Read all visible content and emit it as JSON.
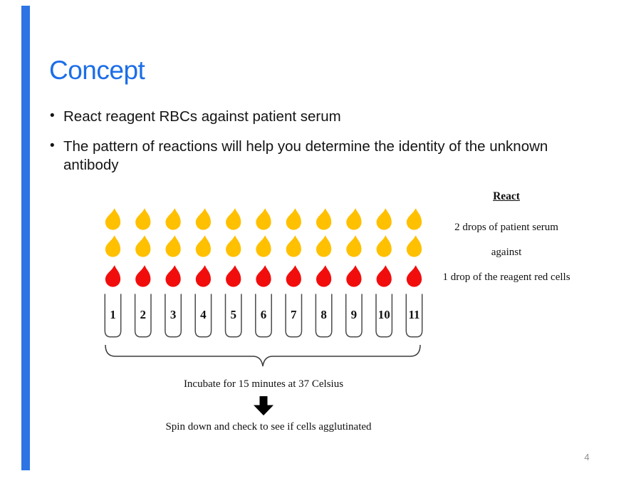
{
  "slide": {
    "title": "Concept",
    "bullets": [
      "React reagent RBCs against patient serum",
      "The pattern of reactions will help you determine the identity of the unknown antibody"
    ],
    "page_number": "4"
  },
  "diagram": {
    "tube_numbers": [
      "1",
      "2",
      "3",
      "4",
      "5",
      "6",
      "7",
      "8",
      "9",
      "10",
      "11"
    ],
    "drop_rows": [
      {
        "name": "patient-serum-drops-row-1",
        "color": "#FFC000"
      },
      {
        "name": "patient-serum-drops-row-2",
        "color": "#FFC000"
      },
      {
        "name": "reagent-red-cell-drops-row",
        "color": "#F20D0D"
      }
    ],
    "incubate_label": "Incubate for 15 minutes at 37 Celsius",
    "spin_label": "Spin down and check to see if cells agglutinated"
  },
  "legend": {
    "heading": "React",
    "line1": "2 drops of patient serum",
    "line2": "against",
    "line3": "1 drop of the reagent red cells"
  },
  "colors": {
    "title_blue": "#1C6EE8",
    "accent_bar_blue": "#2E74E4",
    "drop_yellow": "#FFC000",
    "drop_red": "#F20D0D",
    "tube_outline": "#4A4A4A",
    "text_dark": "#141414",
    "page_number_gray": "#8F8F8F"
  }
}
